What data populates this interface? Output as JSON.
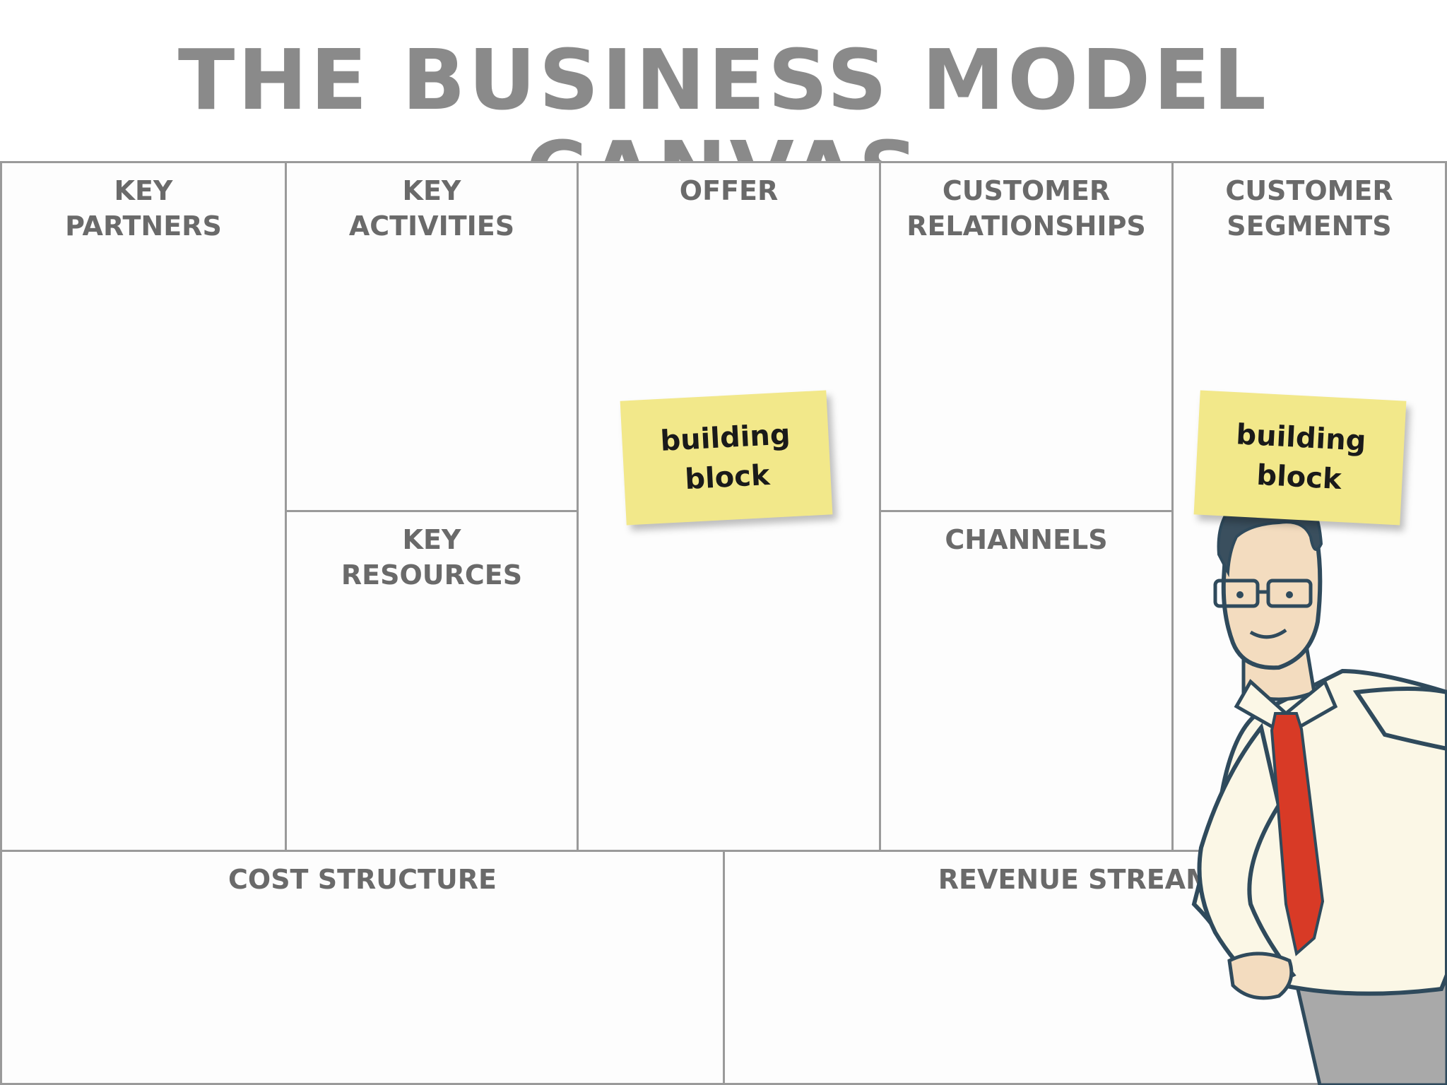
{
  "title": "THE BUSINESS MODEL CANVAS",
  "blocks": {
    "key_partners": "KEY\nPARTNERS",
    "key_activities": "KEY\nACTIVITIES",
    "key_resources": "KEY\nRESOURCES",
    "offer": "OFFER",
    "customer_relationships": "CUSTOMER\nRELATIONSHIPS",
    "channels": "CHANNELS",
    "customer_segments": "CUSTOMER\nSEGMENTS",
    "cost_structure": "COST STRUCTURE",
    "revenue_streams": "REVENUE STREAMS"
  },
  "stickies": {
    "offer_note": "building\nblock",
    "segments_note": "building\nblock"
  },
  "colors": {
    "sticky": "#f2e88a",
    "tie": "#d83a26",
    "shirt": "#fbf7e6",
    "outline": "#2f4a5c"
  }
}
